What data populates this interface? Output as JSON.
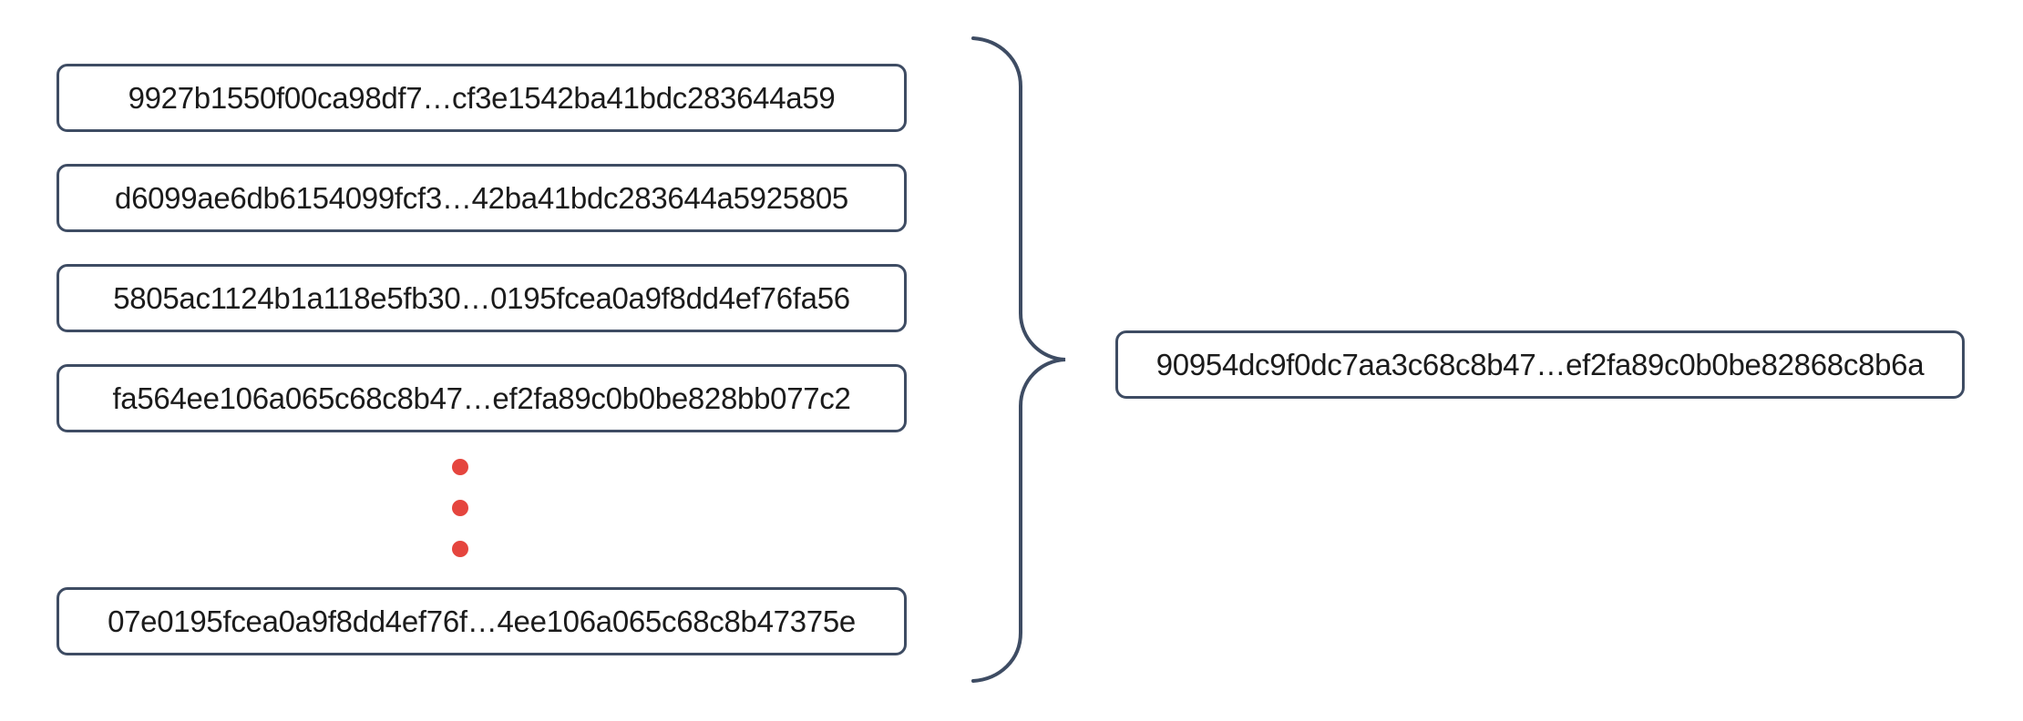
{
  "diagram": {
    "left_hashes": [
      "9927b1550f00ca98df7…cf3e1542ba41bdc283644a59",
      "d6099ae6db6154099fcf3…42ba41bdc283644a5925805",
      "5805ac1124b1a118e5fb30…0195fcea0a9f8dd4ef76fa56",
      "fa564ee106a065c68c8b47…ef2fa89c0b0be828bb077c2",
      "07e0195fcea0a9f8dd4ef76f…4ee106a065c68c8b47375e"
    ],
    "result_hash": "90954dc9f0dc7aa3c68c8b47…ef2fa89c0b0be82868c8b6a",
    "ellipsis_dot_count": 3,
    "colors": {
      "background": "#ffffff",
      "box_border": "#3e4c63",
      "text": "#1b1b1b",
      "brace": "#3e4c63",
      "ellipsis_dot": "#e5453e"
    }
  }
}
